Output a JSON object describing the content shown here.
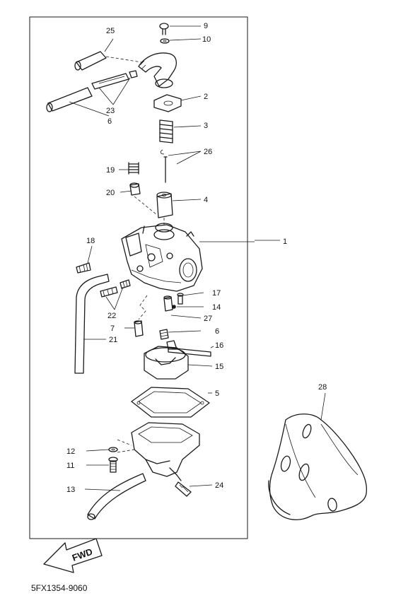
{
  "diagram": {
    "drawing_code": "5FX1354-9060",
    "fwd_label": "FWD",
    "callouts": [
      "1",
      "2",
      "3",
      "4",
      "5",
      "6",
      "6",
      "7",
      "9",
      "10",
      "11",
      "12",
      "13",
      "14",
      "15",
      "16",
      "17",
      "18",
      "19",
      "20",
      "21",
      "22",
      "23",
      "24",
      "25",
      "26",
      "27",
      "28"
    ]
  }
}
